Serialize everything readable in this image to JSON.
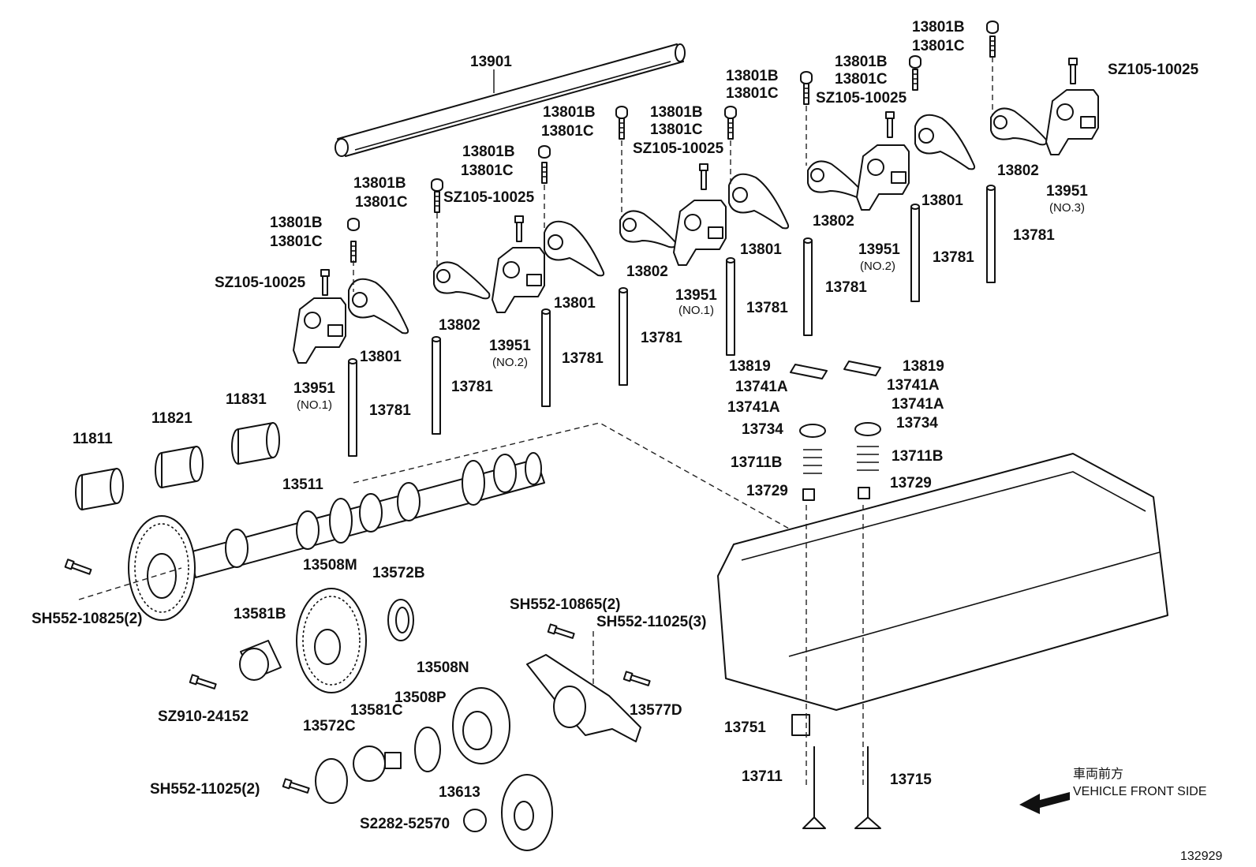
{
  "labels": {
    "shaft": "13901",
    "ret_b": "13801B",
    "ret_c": "13801C",
    "screw": "SZ105-10025",
    "arm1": "13801",
    "arm2": "13802",
    "bracket": "13951",
    "no1": "(NO.1)",
    "no2": "(NO.2)",
    "no3": "(NO.3)",
    "rod": "13781",
    "b11811": "11811",
    "b11821": "11821",
    "b11831": "11831",
    "camshaft": "13511",
    "bolt_cam": "SH552-10825(2)",
    "g13508m": "13508M",
    "r13572b": "13572B",
    "s13581b": "13581B",
    "sz910": "SZ910-24152",
    "g13508n": "13508N",
    "r13508p": "13508P",
    "s13581c": "13581C",
    "p13572c": "13572C",
    "bolt_plate": "SH552-11025(2)",
    "g13613": "13613",
    "s2282": "S2282-52570",
    "sh10865": "SH552-10865(2)",
    "sh11025_3": "SH552-11025(3)",
    "h13577d": "13577D",
    "key": "13819",
    "lock": "13741A",
    "seat": "13734",
    "spring": "13711B",
    "cap": "13729",
    "guide": "13751",
    "v_in": "13711",
    "v_ex": "13715",
    "front_jp": "車両前方",
    "front_en": "VEHICLE FRONT SIDE",
    "diagram_no": "132929"
  }
}
